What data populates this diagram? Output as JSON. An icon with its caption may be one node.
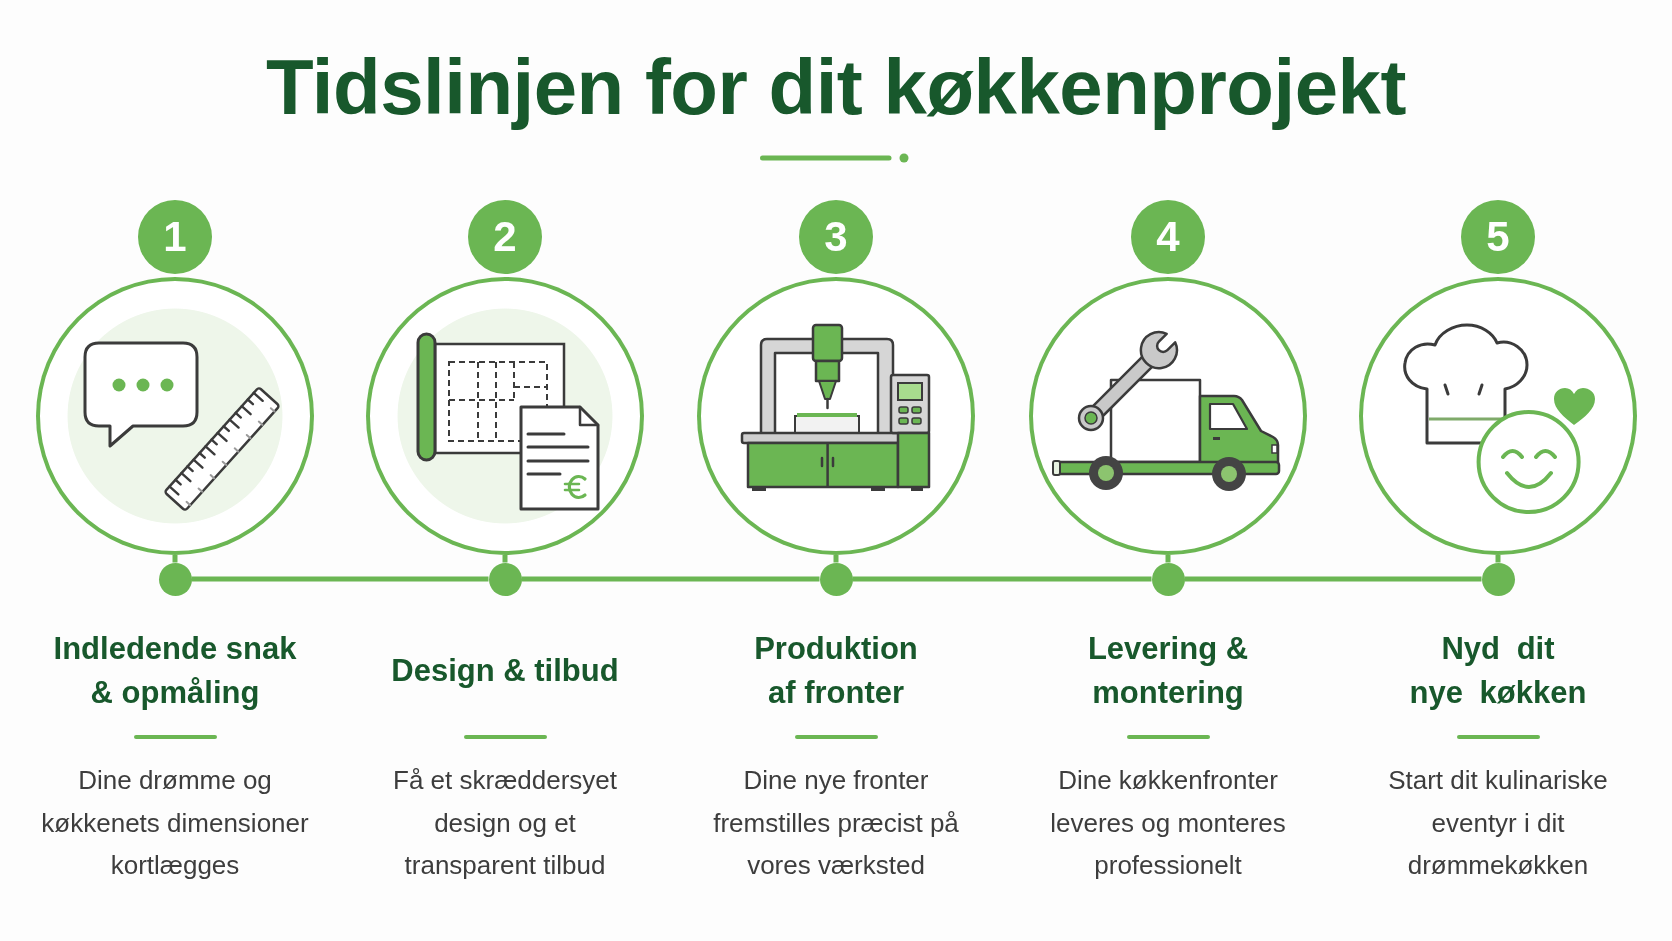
{
  "diagram": {
    "title": "Tidslinjen for dit køkkenprojekt",
    "nodes": [
      {
        "text": [
          "1"
        ]
      },
      {
        "text": [],
        "shape": "picture"
      },
      {
        "text": [],
        "shape": "circle",
        "beside": [
          "Indledende snak & opmåling",
          "Dine drømme og køkkenets dimensioner kortlægges"
        ]
      },
      {
        "text": [
          "2"
        ]
      },
      {
        "text": [],
        "shape": "picture"
      },
      {
        "text": [],
        "shape": "circle",
        "beside": [
          "Design & tilbud",
          "Få et skræddersyet design og et transparent tilbud"
        ]
      },
      {
        "text": [
          "3"
        ]
      },
      {
        "text": [],
        "shape": "picture"
      },
      {
        "text": [],
        "shape": "circle",
        "beside": [
          "Produktion af fronter",
          "Dine nye fronter fremstilles præcist på vores værksted"
        ]
      },
      {
        "text": [
          "4"
        ]
      },
      {
        "text": [],
        "shape": "picture"
      },
      {
        "text": [],
        "shape": "circle",
        "beside": [
          "Levering & montering",
          "Dine køkkenfronter leveres og monteres professionelt"
        ]
      },
      {
        "text": [
          "5"
        ]
      },
      {
        "text": [],
        "shape": "picture"
      },
      {
        "text": [],
        "shape": "circle",
        "beside": [
          "Nyd dit nye køkken",
          "Start dit kulinariske eventyr i dit drømmekøkken"
        ]
      }
    ],
    "edges": [
      {
        "from": 1,
        "to": 2,
        "arrow": "none"
      },
      {
        "from": 4,
        "to": 5,
        "arrow": "none"
      },
      {
        "from": 7,
        "to": 8,
        "arrow": "none"
      },
      {
        "from": 10,
        "to": 11,
        "arrow": "none"
      },
      {
        "from": 13,
        "to": 14,
        "arrow": "none"
      },
      {
        "from": 2,
        "to": 5,
        "arrow": "none"
      },
      {
        "from": 5,
        "to": 8,
        "arrow": "none"
      },
      {
        "from": 8,
        "to": 11,
        "arrow": "none"
      },
      {
        "from": 11,
        "to": 14,
        "arrow": "none"
      }
    ]
  }
}
